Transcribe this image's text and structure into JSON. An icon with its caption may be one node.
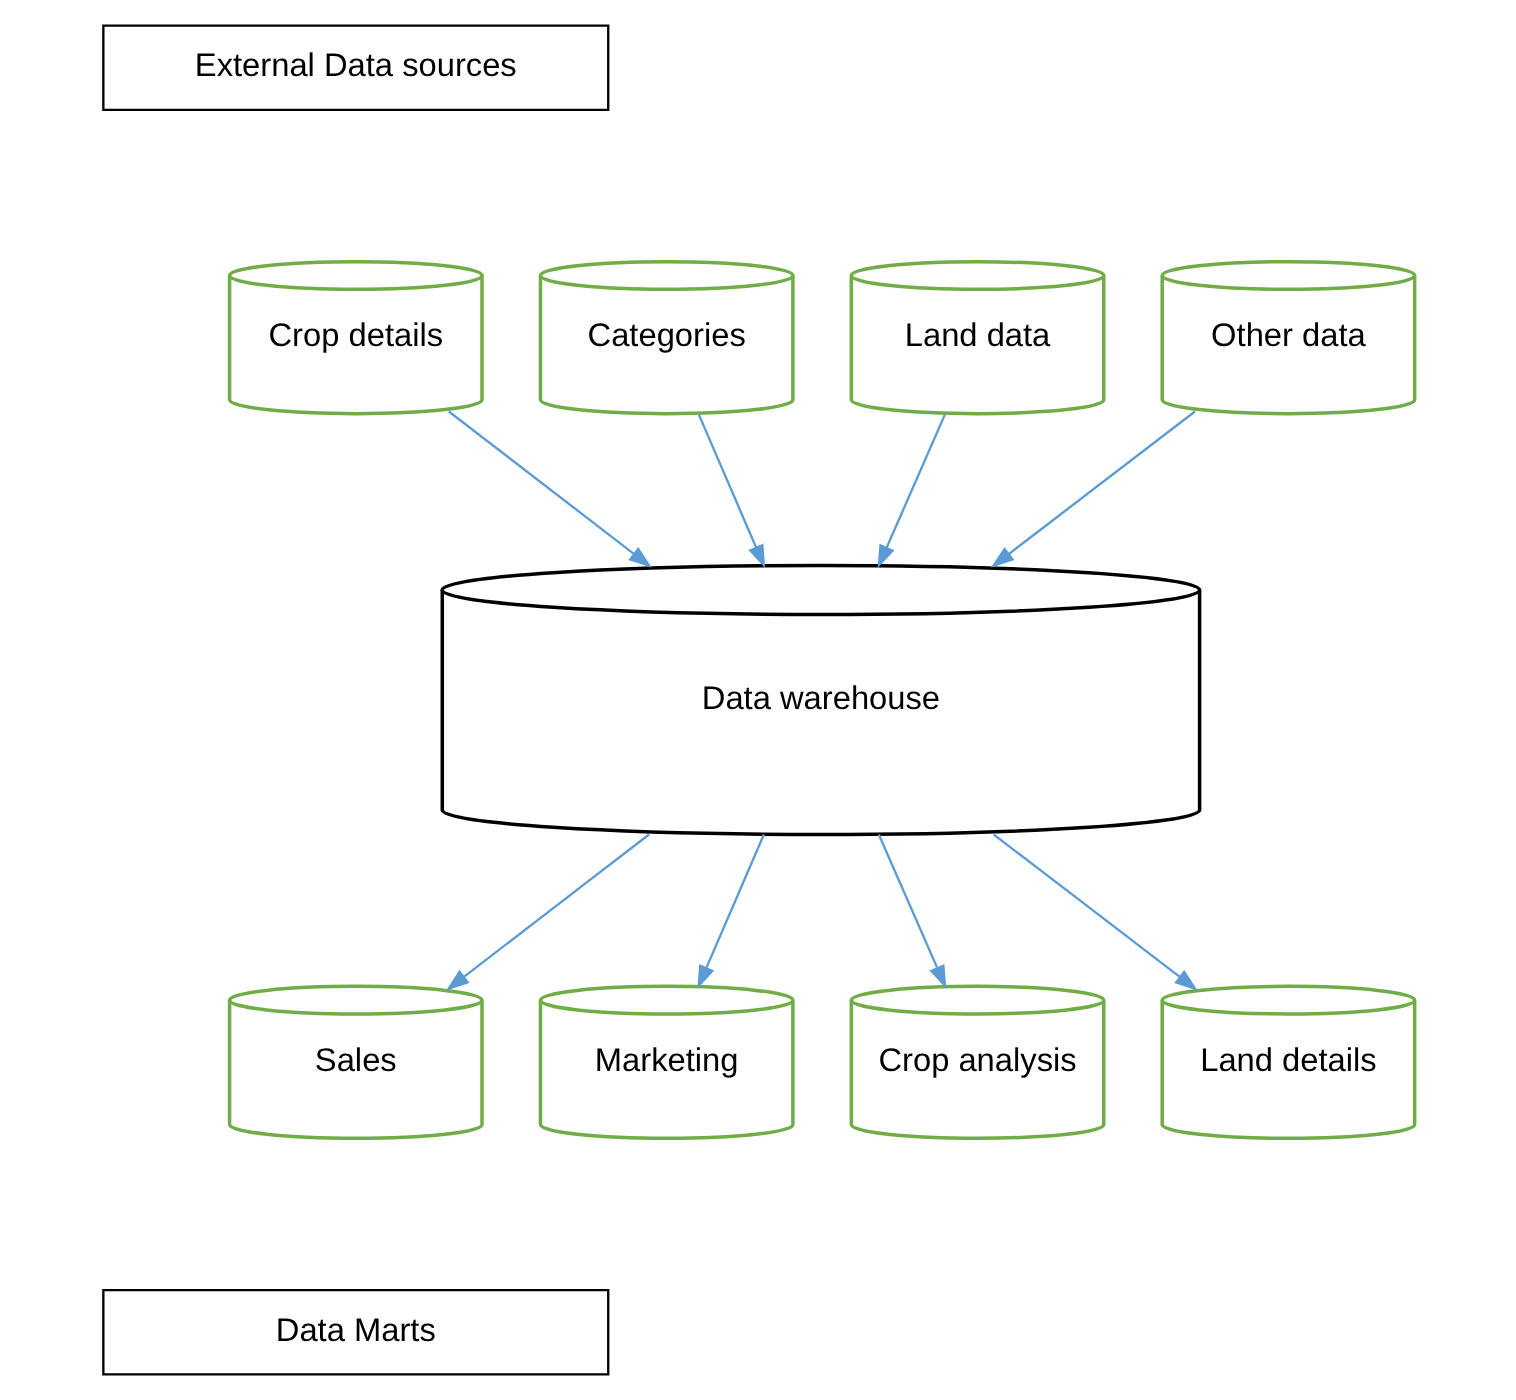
{
  "diagram": {
    "nodes": [
      {
        "text": [
          "External Data sources"
        ]
      },
      {
        "text": [
          "Crop details"
        ]
      },
      {
        "text": [
          "Categories"
        ]
      },
      {
        "text": [
          "Land data"
        ]
      },
      {
        "text": [
          "Other data"
        ]
      },
      {
        "text": [
          "Data warehouse"
        ]
      },
      {
        "text": [
          "Sales"
        ]
      },
      {
        "text": [
          "Marketing"
        ]
      },
      {
        "text": [
          "Crop analysis"
        ]
      },
      {
        "text": [
          "Land details"
        ]
      },
      {
        "text": [
          "Data Marts"
        ]
      }
    ],
    "edges": [
      {
        "from": 1,
        "to": 5,
        "arrow": "to"
      },
      {
        "from": 2,
        "to": 5,
        "arrow": "to"
      },
      {
        "from": 3,
        "to": 5,
        "arrow": "to"
      },
      {
        "from": 4,
        "to": 5,
        "arrow": "to"
      },
      {
        "from": 5,
        "to": 6,
        "arrow": "to"
      },
      {
        "from": 5,
        "to": 7,
        "arrow": "to"
      },
      {
        "from": 5,
        "to": 8,
        "arrow": "to"
      },
      {
        "from": 5,
        "to": 9,
        "arrow": "to"
      }
    ]
  }
}
